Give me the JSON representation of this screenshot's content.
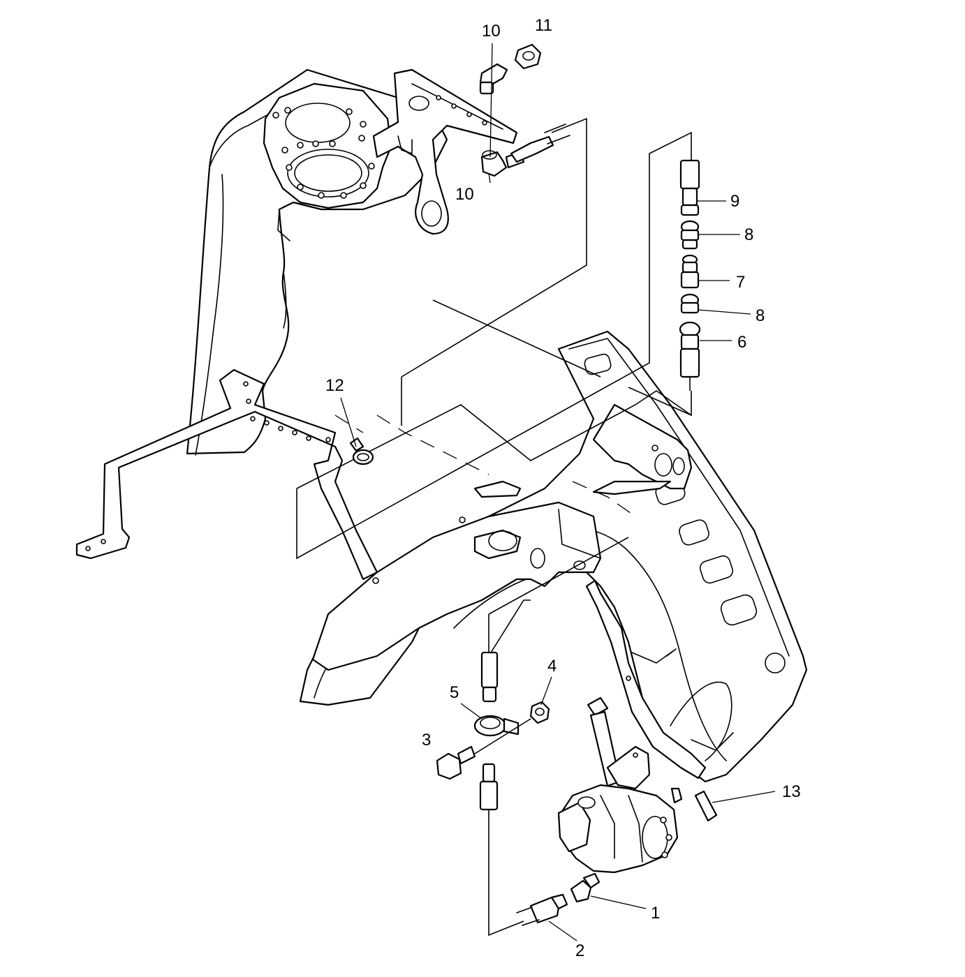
{
  "callouts": [
    {
      "id": "c1",
      "text": "1"
    },
    {
      "id": "c2",
      "text": "2"
    },
    {
      "id": "c3",
      "text": "3"
    },
    {
      "id": "c4",
      "text": "4"
    },
    {
      "id": "c5",
      "text": "5"
    },
    {
      "id": "c6",
      "text": "6"
    },
    {
      "id": "c7",
      "text": "7"
    },
    {
      "id": "c8a",
      "text": "8"
    },
    {
      "id": "c8b",
      "text": "8"
    },
    {
      "id": "c9",
      "text": "9"
    },
    {
      "id": "c10a",
      "text": "10"
    },
    {
      "id": "c10b",
      "text": "10"
    },
    {
      "id": "c11",
      "text": "11"
    },
    {
      "id": "c12",
      "text": "12"
    },
    {
      "id": "c13",
      "text": "13"
    }
  ],
  "colors": {
    "line": "#000000",
    "background": "#ffffff"
  }
}
